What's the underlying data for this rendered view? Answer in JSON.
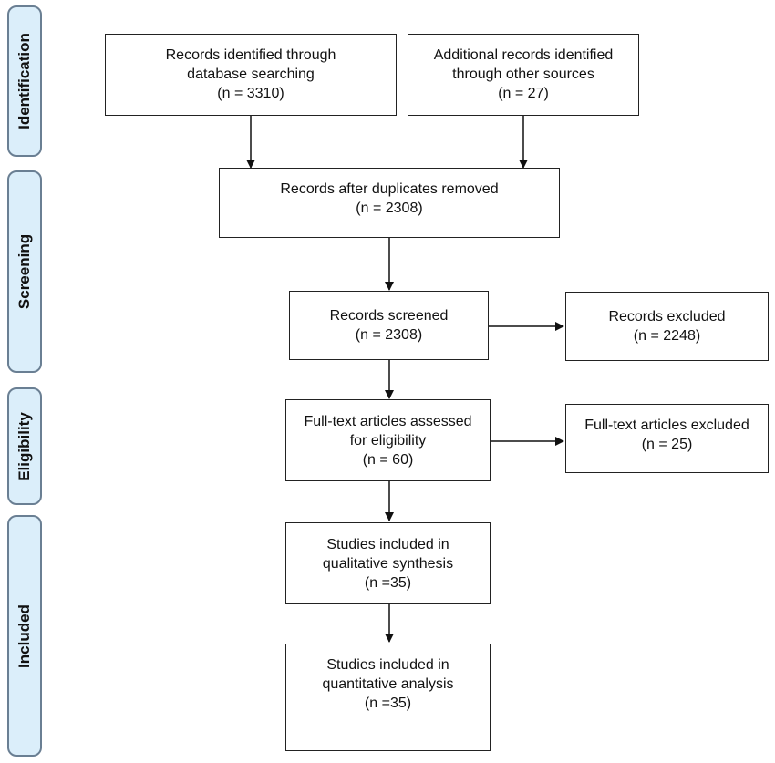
{
  "stages": {
    "identification": "Identification",
    "screening": "Screening",
    "eligibility": "Eligibility",
    "included": "Included"
  },
  "boxes": {
    "db_search": {
      "line1": "Records identified through",
      "line2": "database searching",
      "count": "(n = 3310)"
    },
    "other_sources": {
      "line1": "Additional records identified",
      "line2": "through other sources",
      "count": "(n = 27)"
    },
    "duplicates_removed": {
      "line1": "Records after duplicates removed",
      "count": "(n = 2308)"
    },
    "screened": {
      "line1": "Records screened",
      "count": "(n = 2308)"
    },
    "excluded": {
      "line1": "Records excluded",
      "count": "(n = 2248)"
    },
    "fulltext_assessed": {
      "line1": "Full-text articles assessed",
      "line2": "for eligibility",
      "count": "(n = 60)"
    },
    "fulltext_excluded": {
      "line1": "Full-text articles excluded",
      "count": "(n = 25)"
    },
    "qualitative": {
      "line1": "Studies included in",
      "line2": "qualitative synthesis",
      "count": "(n =35)"
    },
    "quantitative": {
      "line1": "Studies included in",
      "line2": "quantitative analysis",
      "count": "(n =35)"
    }
  },
  "colors": {
    "stage_fill": "#dbeefa",
    "stage_border": "#6a7f93",
    "box_border": "#222222",
    "arrow": "#111111"
  }
}
